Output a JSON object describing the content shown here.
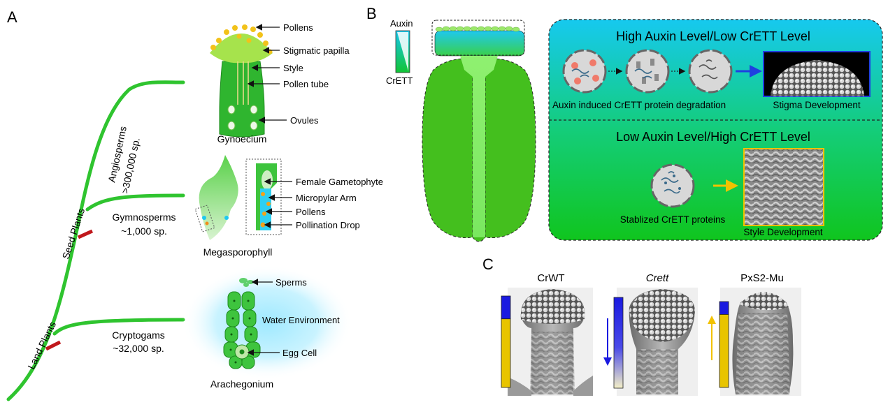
{
  "panel_letters": {
    "a": "A",
    "b": "B",
    "c": "C"
  },
  "panel_a": {
    "tree_labels": {
      "land_plants": "Land Plants",
      "seed_plants": "Seed Plants",
      "angiosperms": "Angiosperms",
      "angiosperms_count": ">300,000 sp.",
      "gymnosperms": "Gymnosperms",
      "gymnosperms_count": "~1,000 sp.",
      "cryptogams": "Cryptogams",
      "cryptogams_count": "~32,000 sp."
    },
    "gynoecium": {
      "caption": "Gynoecium",
      "labels": [
        "Pollens",
        "Stigmatic papilla",
        "Style",
        "Pollen tube",
        "Ovules"
      ]
    },
    "megasporophyll": {
      "caption": "Megasporophyll",
      "labels": [
        "Female Gametophyte",
        "Micropylar Arm",
        "Pollens",
        "Pollination Drop"
      ]
    },
    "arachegonium": {
      "caption": "Arachegonium",
      "labels": [
        "Sperms",
        "Water Environment",
        "Egg Cell"
      ]
    }
  },
  "panel_b": {
    "gradient_legend": {
      "top": "Auxin",
      "bottom": "CrETT"
    },
    "high_auxin": {
      "title": "High Auxin Level/Low CrETT Level",
      "caption_left": "Auxin induced CrETT protein degradation",
      "caption_right": "Stigma Development",
      "arrow_color": "#1f3fe0"
    },
    "low_auxin": {
      "title": "Low Auxin Level/High CrETT Level",
      "caption_left": "Stablized CrETT proteins",
      "caption_right": "Style Development",
      "arrow_color": "#f2c200"
    }
  },
  "panel_c": {
    "columns": [
      {
        "label": "CrWT",
        "italic": false,
        "blue_fraction": 0.25
      },
      {
        "label": "Crett",
        "italic": true,
        "blue_fraction": 0.55
      },
      {
        "label": "PxS2-Mu",
        "italic": false,
        "blue_fraction": 0.15
      }
    ],
    "colors": {
      "auxin": "#1a1ae0",
      "crett": "#e8c400"
    }
  },
  "colors": {
    "plant_green": "#2fc42f",
    "cut_mark": "#c0181c"
  }
}
